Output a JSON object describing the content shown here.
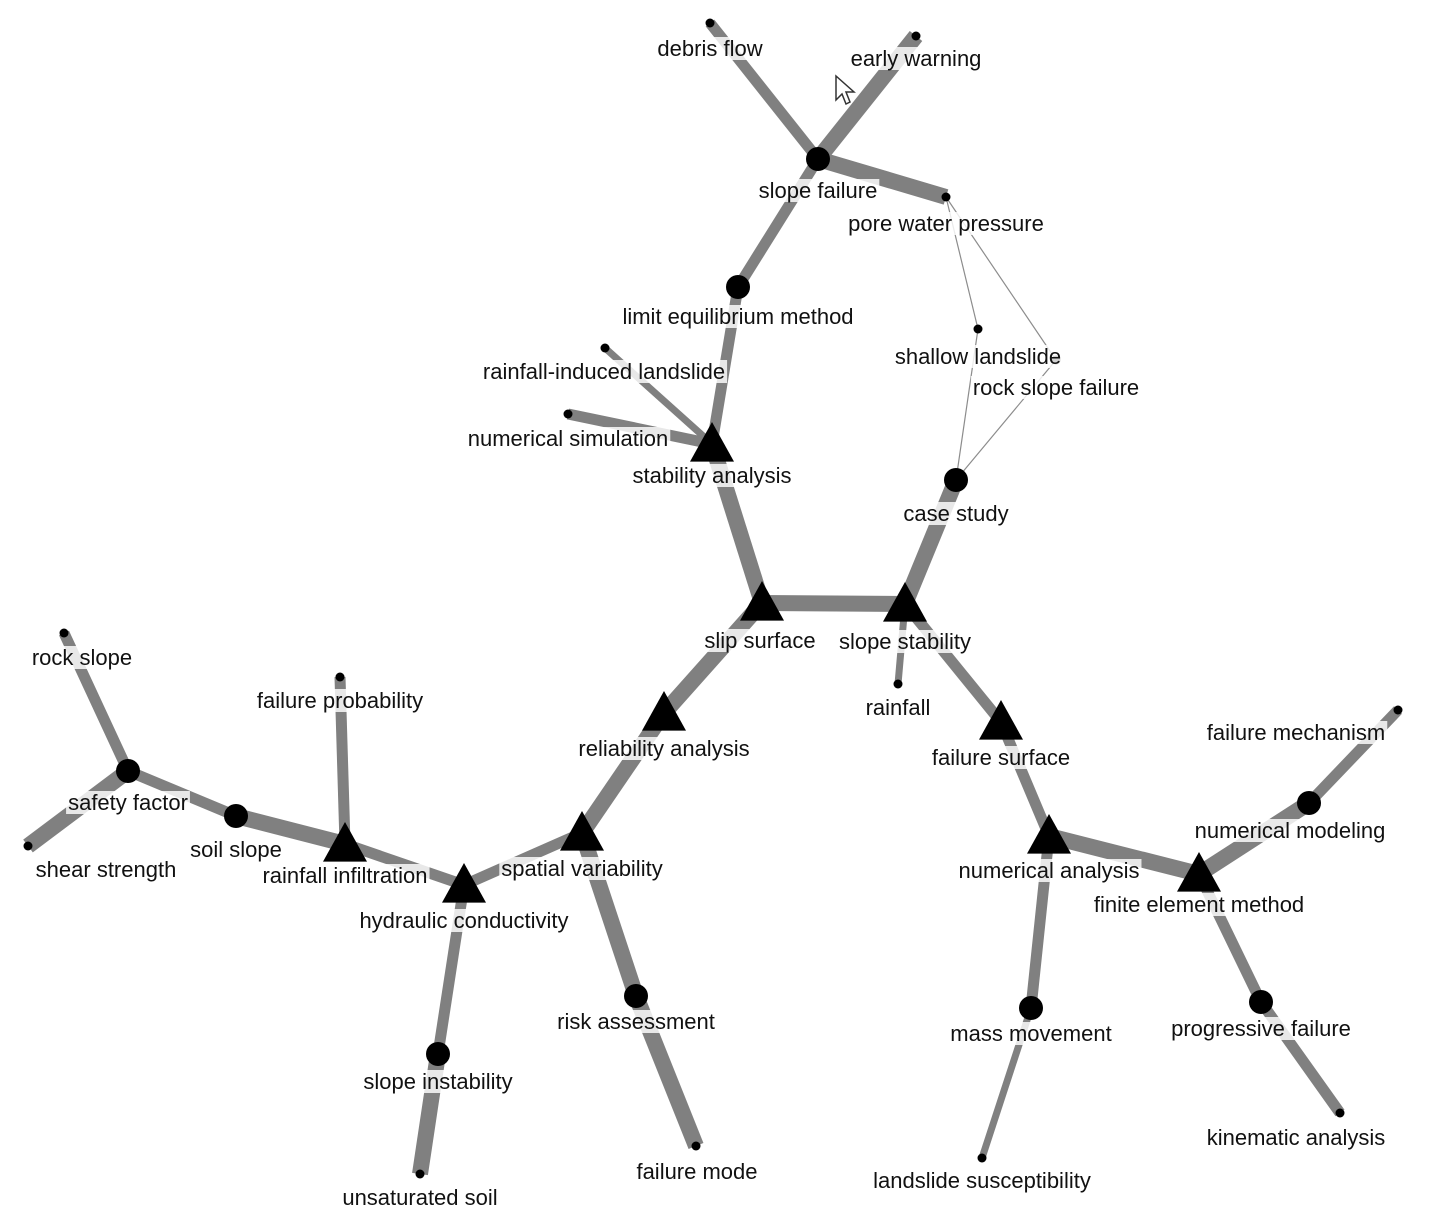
{
  "colors": {
    "background": "#ffffff",
    "edge": "#808080",
    "thin_edge": "#8c8c8c",
    "node": "#000000",
    "label": "#111111"
  },
  "nodes": [
    {
      "id": "debris_flow",
      "label": "debris flow",
      "shape": "dot"
    },
    {
      "id": "early_warning",
      "label": "early warning",
      "shape": "dot"
    },
    {
      "id": "slope_failure",
      "label": "slope failure",
      "shape": "circle"
    },
    {
      "id": "pore_water_pressure",
      "label": "pore water pressure",
      "shape": "dot"
    },
    {
      "id": "limit_equilibrium_method",
      "label": "limit equilibrium method",
      "shape": "circle"
    },
    {
      "id": "shallow_landslide",
      "label": "shallow landslide",
      "shape": "dot"
    },
    {
      "id": "rock_slope_failure",
      "label": "rock slope failure",
      "shape": "dot"
    },
    {
      "id": "rainfall_induced_landslide",
      "label": "rainfall-induced landslide",
      "shape": "dot"
    },
    {
      "id": "numerical_simulation",
      "label": "numerical simulation",
      "shape": "dot"
    },
    {
      "id": "stability_analysis",
      "label": "stability analysis",
      "shape": "triangle"
    },
    {
      "id": "case_study",
      "label": "case study",
      "shape": "circle"
    },
    {
      "id": "slip_surface",
      "label": "slip surface",
      "shape": "triangle"
    },
    {
      "id": "slope_stability",
      "label": "slope stability",
      "shape": "triangle"
    },
    {
      "id": "rainfall",
      "label": "rainfall",
      "shape": "dot"
    },
    {
      "id": "reliability_analysis",
      "label": "reliability analysis",
      "shape": "triangle"
    },
    {
      "id": "failure_surface",
      "label": "failure surface",
      "shape": "triangle"
    },
    {
      "id": "rock_slope",
      "label": "rock slope",
      "shape": "dot"
    },
    {
      "id": "failure_probability",
      "label": "failure probability",
      "shape": "dot"
    },
    {
      "id": "safety_factor",
      "label": "safety factor",
      "shape": "circle"
    },
    {
      "id": "soil_slope",
      "label": "soil slope",
      "shape": "circle"
    },
    {
      "id": "shear_strength",
      "label": "shear strength",
      "shape": "dot"
    },
    {
      "id": "rainfall_infiltration",
      "label": "rainfall infiltration",
      "shape": "triangle"
    },
    {
      "id": "hydraulic_conductivity",
      "label": "hydraulic conductivity",
      "shape": "triangle"
    },
    {
      "id": "spatial_variability",
      "label": "spatial variability",
      "shape": "triangle"
    },
    {
      "id": "failure_mechanism",
      "label": "failure mechanism",
      "shape": "dot"
    },
    {
      "id": "numerical_modeling",
      "label": "numerical modeling",
      "shape": "circle"
    },
    {
      "id": "numerical_analysis",
      "label": "numerical analysis",
      "shape": "triangle"
    },
    {
      "id": "finite_element_method",
      "label": "finite element method",
      "shape": "triangle"
    },
    {
      "id": "risk_assessment",
      "label": "risk assessment",
      "shape": "circle"
    },
    {
      "id": "mass_movement",
      "label": "mass movement",
      "shape": "circle"
    },
    {
      "id": "progressive_failure",
      "label": "progressive failure",
      "shape": "circle"
    },
    {
      "id": "slope_instability",
      "label": "slope instability",
      "shape": "circle"
    },
    {
      "id": "failure_mode",
      "label": "failure mode",
      "shape": "dot"
    },
    {
      "id": "kinematic_analysis",
      "label": "kinematic analysis",
      "shape": "dot"
    },
    {
      "id": "landslide_susceptibility",
      "label": "landslide susceptibility",
      "shape": "dot"
    },
    {
      "id": "unsaturated_soil",
      "label": "unsaturated soil",
      "shape": "dot"
    }
  ],
  "edges": [
    {
      "from": "debris_flow",
      "to": "slope_failure",
      "weight": 2
    },
    {
      "from": "early_warning",
      "to": "slope_failure",
      "weight": 3
    },
    {
      "from": "slope_failure",
      "to": "pore_water_pressure",
      "weight": 3
    },
    {
      "from": "slope_failure",
      "to": "limit_equilibrium_method",
      "weight": 2
    },
    {
      "from": "limit_equilibrium_method",
      "to": "stability_analysis",
      "weight": 2
    },
    {
      "from": "rainfall_induced_landslide",
      "to": "stability_analysis",
      "weight": 1
    },
    {
      "from": "numerical_simulation",
      "to": "stability_analysis",
      "weight": 2
    },
    {
      "from": "stability_analysis",
      "to": "slip_surface",
      "weight": 3
    },
    {
      "from": "slip_surface",
      "to": "slope_stability",
      "weight": 3
    },
    {
      "from": "case_study",
      "to": "slope_stability",
      "weight": 3
    },
    {
      "from": "pore_water_pressure",
      "to": "shallow_landslide",
      "weight": 0
    },
    {
      "from": "pore_water_pressure",
      "to": "rock_slope_failure",
      "weight": 0
    },
    {
      "from": "shallow_landslide",
      "to": "case_study",
      "weight": 0
    },
    {
      "from": "rock_slope_failure",
      "to": "case_study",
      "weight": 0
    },
    {
      "from": "slope_stability",
      "to": "rainfall",
      "weight": 1
    },
    {
      "from": "slope_stability",
      "to": "failure_surface",
      "weight": 2
    },
    {
      "from": "slip_surface",
      "to": "reliability_analysis",
      "weight": 3
    },
    {
      "from": "reliability_analysis",
      "to": "spatial_variability",
      "weight": 3
    },
    {
      "from": "spatial_variability",
      "to": "hydraulic_conductivity",
      "weight": 2
    },
    {
      "from": "spatial_variability",
      "to": "risk_assessment",
      "weight": 3
    },
    {
      "from": "risk_assessment",
      "to": "failure_mode",
      "weight": 3
    },
    {
      "from": "hydraulic_conductivity",
      "to": "rainfall_infiltration",
      "weight": 2
    },
    {
      "from": "hydraulic_conductivity",
      "to": "slope_instability",
      "weight": 2
    },
    {
      "from": "slope_instability",
      "to": "unsaturated_soil",
      "weight": 3
    },
    {
      "from": "rainfall_infiltration",
      "to": "soil_slope",
      "weight": 3
    },
    {
      "from": "rainfall_infiltration",
      "to": "failure_probability",
      "weight": 2
    },
    {
      "from": "soil_slope",
      "to": "safety_factor",
      "weight": 2
    },
    {
      "from": "safety_factor",
      "to": "rock_slope",
      "weight": 2
    },
    {
      "from": "safety_factor",
      "to": "shear_strength",
      "weight": 3
    },
    {
      "from": "failure_surface",
      "to": "numerical_analysis",
      "weight": 2
    },
    {
      "from": "numerical_analysis",
      "to": "finite_element_method",
      "weight": 3
    },
    {
      "from": "numerical_analysis",
      "to": "mass_movement",
      "weight": 2
    },
    {
      "from": "mass_movement",
      "to": "landslide_susceptibility",
      "weight": 1
    },
    {
      "from": "finite_element_method",
      "to": "numerical_modeling",
      "weight": 3
    },
    {
      "from": "numerical_modeling",
      "to": "failure_mechanism",
      "weight": 2
    },
    {
      "from": "finite_element_method",
      "to": "progressive_failure",
      "weight": 2
    },
    {
      "from": "progressive_failure",
      "to": "kinematic_analysis",
      "weight": 2
    }
  ]
}
